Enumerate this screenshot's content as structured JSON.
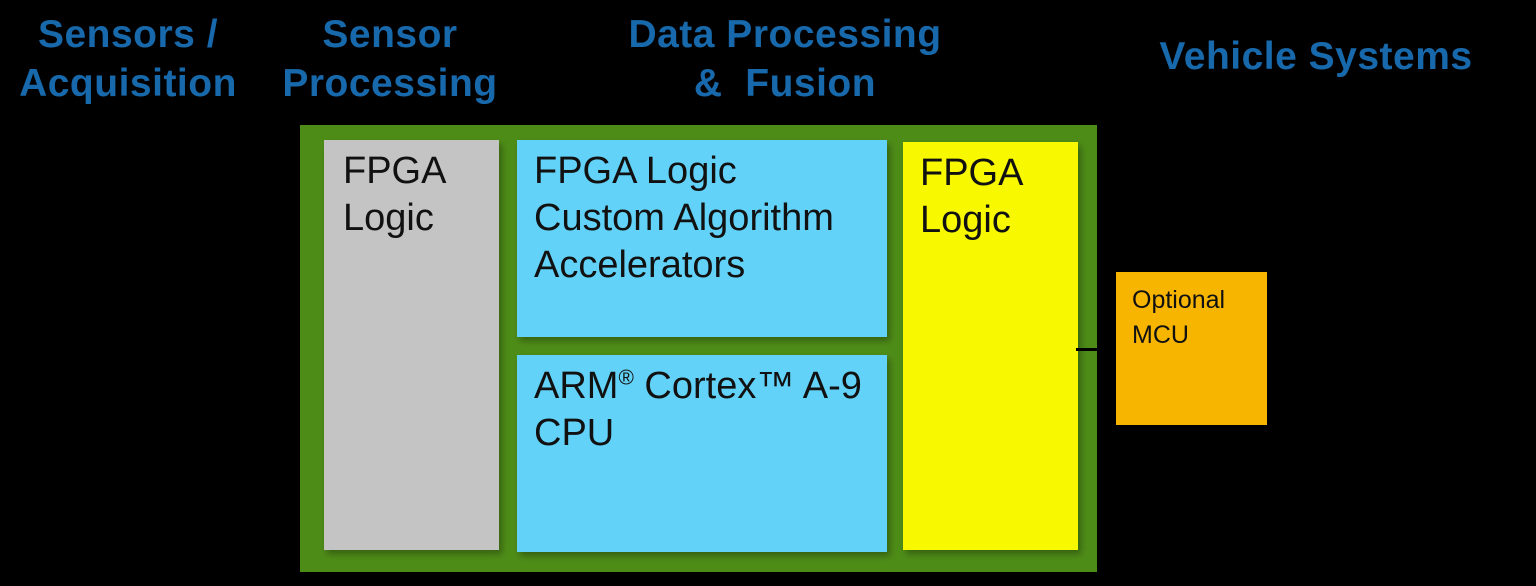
{
  "canvas": {
    "background": "#000000"
  },
  "colors": {
    "header_blue": "#1769ab",
    "board_green": "#4e8c18",
    "block_gray": "#c3c4c3",
    "block_cyan": "#63d2f8",
    "block_yellow": "#f8f800",
    "block_orange": "#f7b500",
    "block_text": "#111111",
    "connector_black": "#000000"
  },
  "headers": {
    "sensors_acquisition": {
      "lines": [
        "Sensors /",
        "Acquisition"
      ]
    },
    "sensor_processing": {
      "lines": [
        "Sensor",
        "Processing"
      ]
    },
    "data_processing_fusion": {
      "lines": [
        "Data Processing",
        "&  Fusion"
      ]
    },
    "vehicle_systems": {
      "lines": [
        "Vehicle Systems"
      ]
    }
  },
  "blocks": {
    "sensor_fpga": {
      "lines": [
        "FPGA",
        "Logic"
      ]
    },
    "accelerators": {
      "lines": [
        "FPGA Logic",
        "Custom Algorithm",
        "Accelerators"
      ]
    },
    "cpu": {
      "lines": [
        "ARM® Cortex™ A-9",
        "CPU"
      ]
    },
    "output_fpga": {
      "lines": [
        "FPGA",
        "Logic"
      ]
    },
    "mcu": {
      "lines": [
        "Optional",
        "MCU"
      ]
    }
  }
}
